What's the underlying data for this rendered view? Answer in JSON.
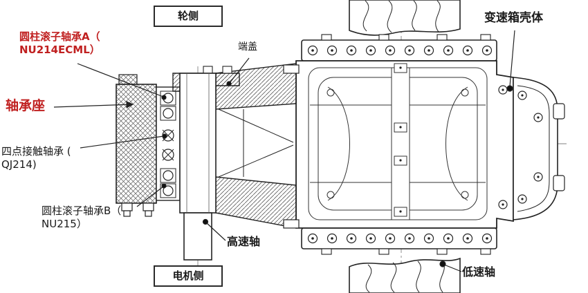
{
  "labels": {
    "wheel_side": {
      "text": "轮侧"
    },
    "motor_side": {
      "text": "电机侧"
    },
    "bearing_a": {
      "line1": "圆柱滚子轴承A（",
      "line2": "NU214ECML）"
    },
    "bearing_seat": {
      "text": "轴承座"
    },
    "four_point_bearing": {
      "line1": "四点接触轴承 (",
      "line2": "QJ214)"
    },
    "bearing_b": {
      "line1": "圆柱滚子轴承B（",
      "line2": "NU215）"
    },
    "end_cover": {
      "text": "端盖"
    },
    "gearbox_housing": {
      "text": "变速箱壳体"
    },
    "high_speed_shaft": {
      "text": "高速轴"
    },
    "low_speed_shaft": {
      "text": "低速轴"
    }
  },
  "colors": {
    "highlight_red": "#c02020",
    "ink": "#1a1a1a",
    "background": "#ffffff"
  }
}
